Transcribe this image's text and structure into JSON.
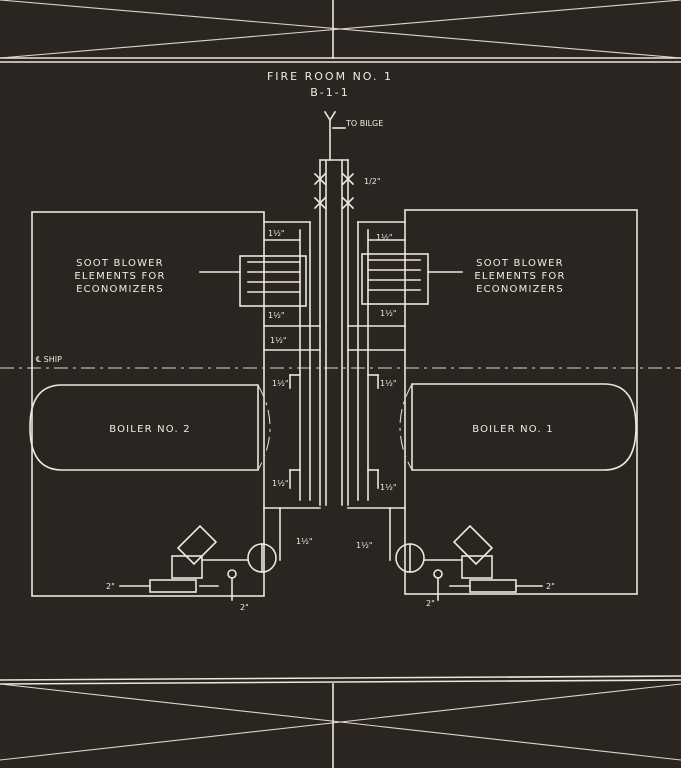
{
  "title": {
    "line1": "FIRE ROOM NO. 1",
    "line2": "B-1-1"
  },
  "labels": {
    "to_bilge": "TO BILGE",
    "half_inch": "1/2\"",
    "soot_blower_left": [
      "SOOT BLOWER",
      "ELEMENTS FOR",
      "ECONOMIZERS"
    ],
    "soot_blower_right": [
      "SOOT BLOWER",
      "ELEMENTS FOR",
      "ECONOMIZERS"
    ],
    "ship_centerline": "℄ SHIP",
    "boiler_left": "BOILER NO. 2",
    "boiler_right": "BOILER NO. 1",
    "pipe_size": "1½\"",
    "two_inch": "2\""
  }
}
